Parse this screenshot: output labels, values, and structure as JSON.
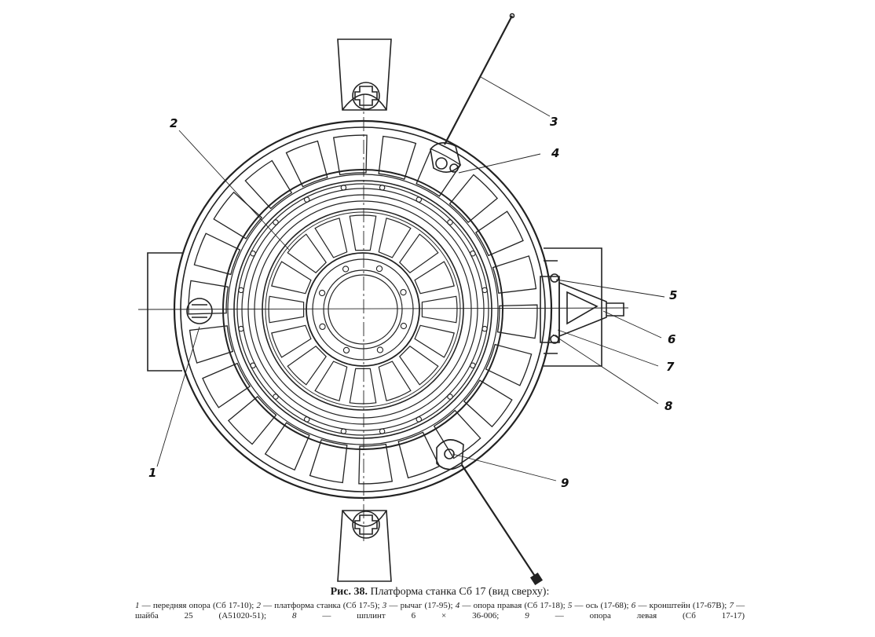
{
  "labels": [
    "1",
    "2",
    "3",
    "4",
    "5",
    "6",
    "7",
    "8",
    "9"
  ],
  "caption": {
    "fig": "Рис. 38.",
    "title": "Платформа станка Сб 17 (вид сверху):"
  },
  "legend": [
    {
      "num": "1",
      "text": "передняя опора (Сб 17-10);"
    },
    {
      "num": "2",
      "text": "платформа станка (Сб 17-5);"
    },
    {
      "num": "3",
      "text": "рычаг (17-95);"
    },
    {
      "num": "4",
      "text": "опора правая (Сб 17-18);"
    },
    {
      "num": "5",
      "text": "ось (17-68);"
    },
    {
      "num": "6",
      "text": "кронштейн (17-67В);"
    },
    {
      "num": "7",
      "text": "шайба 25 (А51020-51);"
    },
    {
      "num": "8",
      "text": "шплинт 6 × 36-006;"
    },
    {
      "num": "9",
      "text": "опора левая (Сб 17-17)"
    }
  ]
}
